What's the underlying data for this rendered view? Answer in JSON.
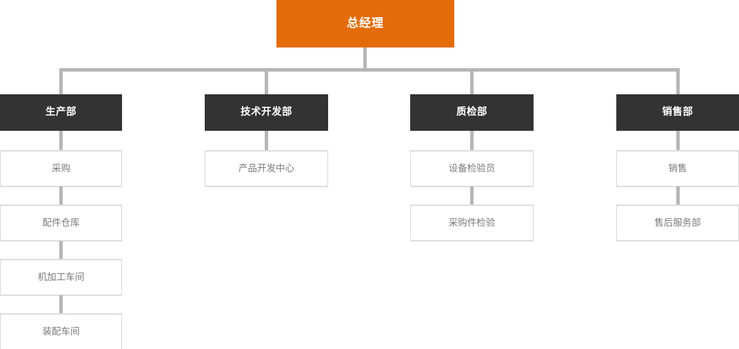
{
  "chart": {
    "title_root": "总经理",
    "root": {
      "label": "总经理",
      "color": "#e36c09",
      "text_color": "#ffffff"
    },
    "branch_color": "#b6b6b6",
    "dept_color": "#333333",
    "leaf_border_color": "#d6d6d6",
    "leaf_text_color": "#7a7a7a",
    "columns": [
      {
        "department": "生产部",
        "children": [
          "采购",
          "配件仓库",
          "机加工车间",
          "装配车间"
        ]
      },
      {
        "department": "技术开发部",
        "children": [
          "产品开发中心"
        ]
      },
      {
        "department": "质检部",
        "children": [
          "设备检验员",
          "采购件检验"
        ]
      },
      {
        "department": "销售部",
        "children": [
          "销售",
          "售后服务部"
        ]
      }
    ]
  }
}
